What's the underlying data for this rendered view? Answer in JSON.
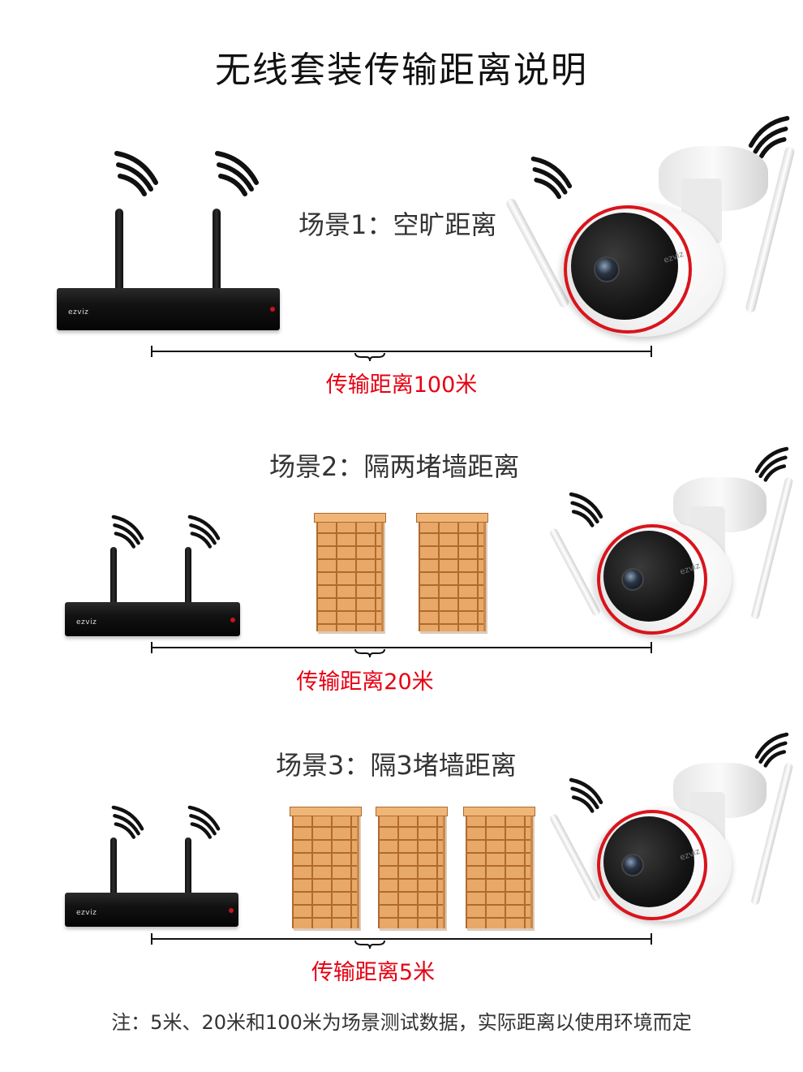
{
  "title": "无线套装传输距离说明",
  "scenes": [
    {
      "label": "场景1：空旷距离",
      "distance": "传输距离100米"
    },
    {
      "label": "场景2：隔两堵墙距离",
      "distance": "传输距离20米"
    },
    {
      "label": "场景3：隔3堵墙距离",
      "distance": "传输距离5米"
    }
  ],
  "device_brand": "ezviz",
  "note": "注：5米、20米和100米为场景测试数据，实际距离以使用环境而定",
  "icons": [
    "wifi-signal-icon",
    "nvr-recorder-icon",
    "camera-icon",
    "brick-wall-icon"
  ],
  "colors": {
    "distance_text": "#e60012",
    "brick": "#e8a868",
    "camera_ring": "#d9141c"
  }
}
